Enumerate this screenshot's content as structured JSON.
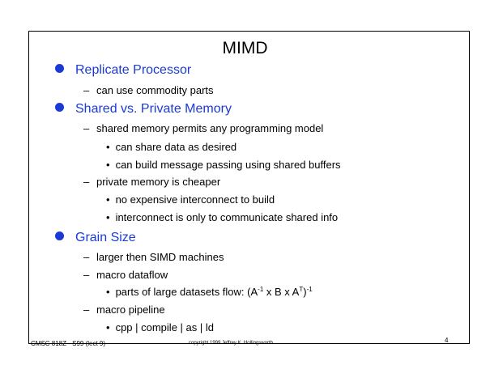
{
  "slide": {
    "title": "MIMD",
    "sections": [
      {
        "heading": "Replicate Processor",
        "items": [
          {
            "text": "can use commodity parts",
            "subitems": []
          }
        ]
      },
      {
        "heading": "Shared vs. Private Memory",
        "items": [
          {
            "text": "shared memory permits any programming model",
            "subitems": [
              "can share data as desired",
              "can build message passing using shared buffers"
            ]
          },
          {
            "text": "private memory is cheaper",
            "subitems": [
              "no expensive interconnect to build",
              "interconnect is only to communicate shared info"
            ]
          }
        ]
      },
      {
        "heading": "Grain Size",
        "items": [
          {
            "text": "larger then SIMD machines",
            "subitems": []
          },
          {
            "text": "macro dataflow",
            "subitems": [
              "parts of large datasets flow: (A-1 x B x AT)-1"
            ]
          },
          {
            "text": "macro pipeline",
            "subitems": [
              "cpp | compile | as | ld"
            ]
          }
        ]
      }
    ],
    "formula": {
      "prefix": "parts of large datasets flow: (A",
      "sup1": "-1",
      "mid": " x B x A",
      "sup2": "T",
      "close": ")",
      "sup3": "-1"
    }
  },
  "footer": {
    "course": "CMSC 818Z - S99  (lect 9)",
    "copyright": "copyright 1999 Jeffrey K. Hollingsworth",
    "page_number": "4"
  },
  "colors": {
    "heading": "#1a3ad6",
    "text": "#000000",
    "background": "#ffffff"
  }
}
